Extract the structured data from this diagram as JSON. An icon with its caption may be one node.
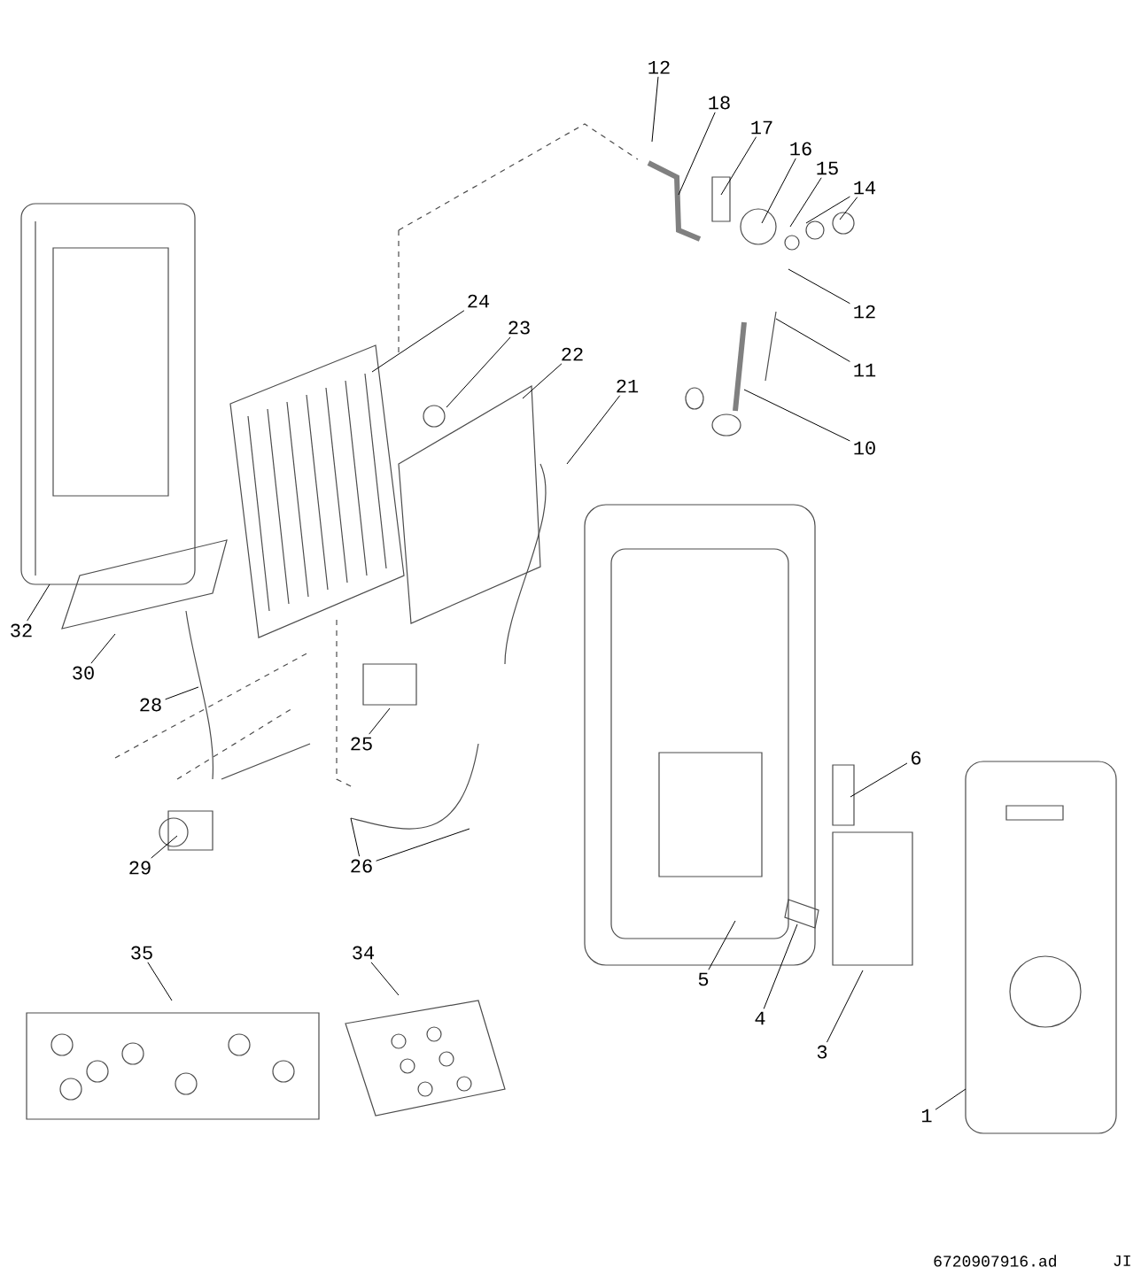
{
  "diagram": {
    "nodes": [
      {
        "text": [
          "12"
        ]
      },
      {
        "text": [
          "18"
        ]
      },
      {
        "text": [
          "17"
        ]
      },
      {
        "text": [
          "16"
        ]
      },
      {
        "text": [
          "15"
        ]
      },
      {
        "text": [
          "14"
        ]
      },
      {
        "text": [
          "24"
        ]
      },
      {
        "text": [
          "12"
        ]
      },
      {
        "text": [
          "23"
        ]
      },
      {
        "text": [
          "22"
        ]
      },
      {
        "text": [
          "11"
        ]
      },
      {
        "text": [
          "21"
        ]
      },
      {
        "text": [
          "10"
        ]
      },
      {
        "text": [
          "32"
        ]
      },
      {
        "text": [
          "30"
        ]
      },
      {
        "text": [
          "28"
        ]
      },
      {
        "text": [
          "25"
        ]
      },
      {
        "text": [
          "6"
        ]
      },
      {
        "text": [
          "29"
        ]
      },
      {
        "text": [
          "26"
        ]
      },
      {
        "text": [
          "35"
        ]
      },
      {
        "text": [
          "34"
        ]
      },
      {
        "text": [
          "5"
        ]
      },
      {
        "text": [
          "4"
        ]
      },
      {
        "text": [
          "3"
        ]
      },
      {
        "text": [
          "1"
        ]
      }
    ],
    "edges": [
      {
        "from": 0,
        "to": null,
        "arrow": "none"
      },
      {
        "from": 1,
        "to": null,
        "arrow": "none"
      },
      {
        "from": 2,
        "to": null,
        "arrow": "none"
      },
      {
        "from": 3,
        "to": null,
        "arrow": "none"
      },
      {
        "from": 4,
        "to": null,
        "arrow": "none"
      },
      {
        "from": 5,
        "to": null,
        "arrow": "none"
      },
      {
        "from": 5,
        "to": null,
        "arrow": "none"
      },
      {
        "from": 6,
        "to": null,
        "arrow": "none"
      },
      {
        "from": 7,
        "to": null,
        "arrow": "none"
      },
      {
        "from": 8,
        "to": null,
        "arrow": "none"
      },
      {
        "from": 9,
        "to": null,
        "arrow": "none"
      },
      {
        "from": 10,
        "to": null,
        "arrow": "none"
      },
      {
        "from": 11,
        "to": null,
        "arrow": "none"
      },
      {
        "from": 12,
        "to": null,
        "arrow": "none"
      },
      {
        "from": 13,
        "to": null,
        "arrow": "none"
      },
      {
        "from": 14,
        "to": null,
        "arrow": "none"
      },
      {
        "from": 15,
        "to": null,
        "arrow": "none"
      },
      {
        "from": 16,
        "to": null,
        "arrow": "none"
      },
      {
        "from": 17,
        "to": null,
        "arrow": "none"
      },
      {
        "from": 18,
        "to": null,
        "arrow": "none"
      },
      {
        "from": 19,
        "to": null,
        "arrow": "none"
      },
      {
        "from": 19,
        "to": null,
        "arrow": "none"
      },
      {
        "from": 20,
        "to": null,
        "arrow": "none"
      },
      {
        "from": 21,
        "to": null,
        "arrow": "none"
      },
      {
        "from": 22,
        "to": null,
        "arrow": "none"
      },
      {
        "from": 23,
        "to": null,
        "arrow": "none"
      },
      {
        "from": 24,
        "to": null,
        "arrow": "none"
      },
      {
        "from": 25,
        "to": null,
        "arrow": "none"
      }
    ],
    "labels": [
      "6720907916.ad",
      "JI"
    ]
  }
}
